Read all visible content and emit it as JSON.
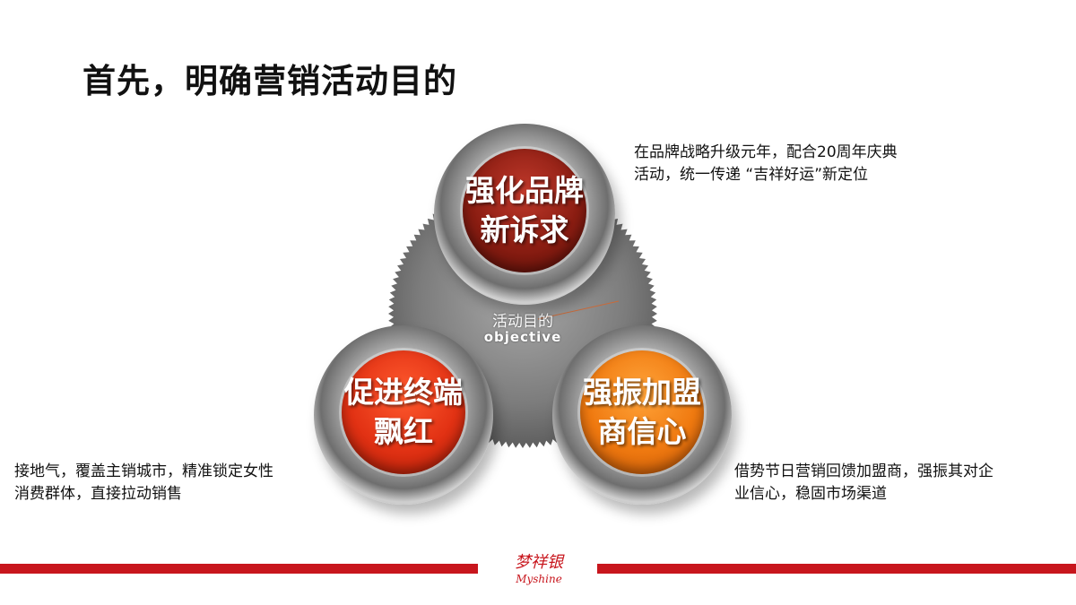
{
  "slide": {
    "title": "首先，明确营销活动目的"
  },
  "center": {
    "label": "活动目的",
    "sub": "objective"
  },
  "circles": {
    "top": {
      "line1": "强化品牌",
      "line2": "新诉求",
      "color": "#8b1d12"
    },
    "left": {
      "line1": "促进终端",
      "line2": "飘红",
      "color": "#e23214"
    },
    "right": {
      "line1": "强振加盟",
      "line2": "商信心",
      "color": "#f07a10"
    }
  },
  "descriptions": {
    "top": {
      "line1": "在品牌战略升级元年，配合20周年庆典",
      "line2": "活动，统一传递 “吉祥好运”新定位"
    },
    "left": {
      "line1": "接地气，覆盖主销城市，精准锁定女性",
      "line2": "消费群体，直接拉动销售"
    },
    "right": {
      "line1": "借势节日营销回馈加盟商，强振其对企",
      "line2": "业信心，稳固市场渠道"
    }
  },
  "footer": {
    "logo_cn": "梦祥银",
    "logo_en": "Myshine",
    "bar_color": "#c8161d"
  }
}
